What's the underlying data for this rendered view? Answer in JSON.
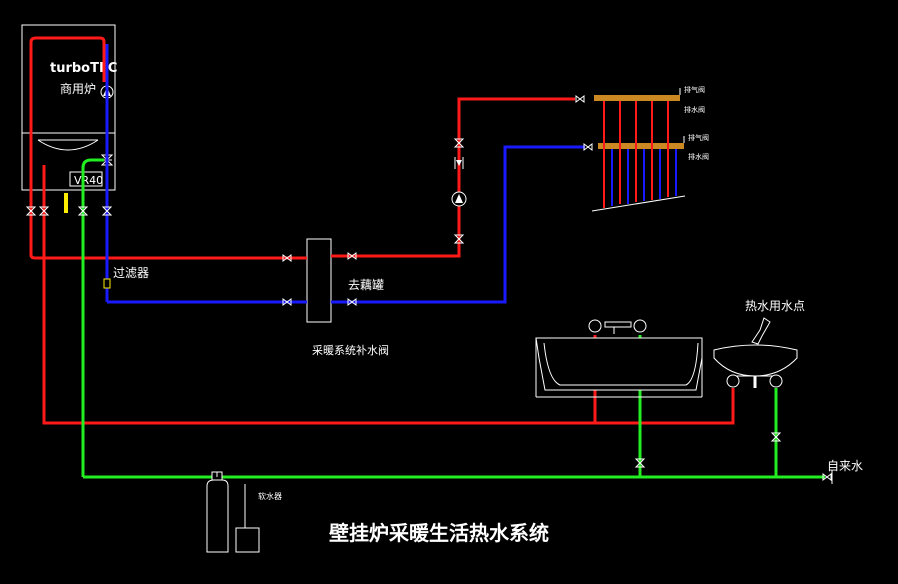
{
  "boiler": {
    "brand": "turboTEC",
    "subtitle": "商用炉",
    "model": "VR40"
  },
  "labels": {
    "filter": "过滤器",
    "deaerator": "去藕罐",
    "makeup_valve": "采暖系统补水阀",
    "hot_water_point": "热水用水点",
    "tap_water": "自来水",
    "softener": "软水器",
    "exhaust_top": "排气阀",
    "drain_top": "排水阀",
    "exhaust_bottom": "排气阀",
    "drain_bottom": "排水阀"
  },
  "title": "壁挂炉采暖生活热水系统",
  "colors": {
    "supply": "#ff1a1a",
    "return": "#1a1aff",
    "cold": "#22ee22",
    "equipment": "#ffffff",
    "manifold": "#cc8822",
    "gas": "#ffee00"
  }
}
